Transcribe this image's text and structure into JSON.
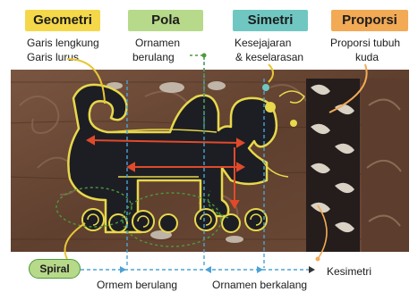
{
  "tags": {
    "geometri": "Geometri",
    "pola": "Pola",
    "simetri": "Simetri",
    "proporsi": "Proporsi"
  },
  "descriptions": {
    "geometri_line1": "Garis lengkung",
    "geometri_line2": "Garis lurus",
    "pola_line1": "Ornamen",
    "pola_line2": "berulang",
    "simetri_line1": "Kesejajaran",
    "simetri_line2": "& keselarasan",
    "proporsi_line1": "Proporsi tubuh",
    "proporsi_line2": "kuda"
  },
  "bottom": {
    "spiral": "Spiral",
    "ornamen_berulang": "Ormem berulang",
    "ornamen_berkalang": "Ornamen berkalang",
    "kesimetri": "Kesimetri"
  },
  "colors": {
    "geometri": "#f4d84a",
    "pola": "#b7d98a",
    "simetri": "#70c7c2",
    "proporsi": "#f3aa55",
    "wood": "#6e4a36",
    "horse": "#1d1e24",
    "outline": "#e8d84c",
    "arrow_red": "#e04a2a"
  }
}
